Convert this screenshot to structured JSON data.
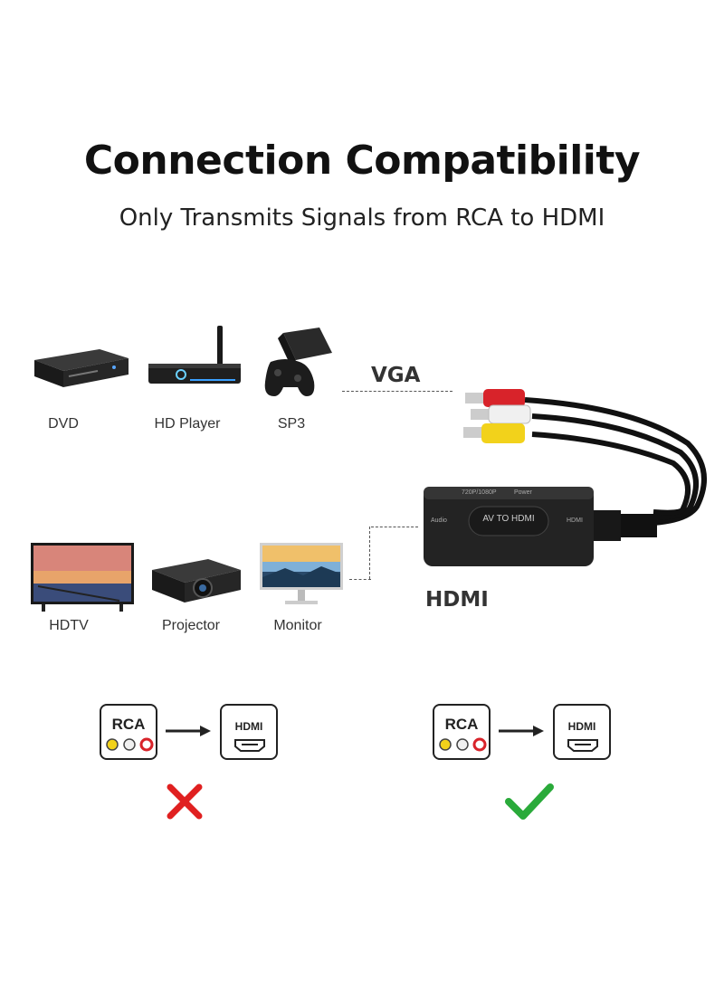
{
  "header": {
    "title": "Connection Compatibility",
    "subtitle": "Only Transmits Signals from RCA to HDMI"
  },
  "sources": [
    {
      "label": "DVD",
      "icon": "dvd-player-icon"
    },
    {
      "label": "HD Player",
      "icon": "hd-player-icon"
    },
    {
      "label": "SP3",
      "icon": "game-console-icon"
    }
  ],
  "displays": [
    {
      "label": "HDTV",
      "icon": "hdtv-icon"
    },
    {
      "label": "Projector",
      "icon": "projector-icon"
    },
    {
      "label": "Monitor",
      "icon": "monitor-icon"
    }
  ],
  "ports": {
    "input_label": "VGA",
    "output_label": "HDMI"
  },
  "adapter": {
    "face_label": "AV TO HDMI",
    "top_label_resolution": "720P/1080P",
    "top_label_power": "Power",
    "side_left": "Audio",
    "side_right": "HDMI"
  },
  "comparison": [
    {
      "from": "RCA",
      "to": "HDMI",
      "result": "wrong",
      "result_icon": "cross-icon",
      "color": "#e02020"
    },
    {
      "from": "RCA",
      "to": "HDMI",
      "result": "correct",
      "result_icon": "check-icon",
      "color": "#2aaa3a"
    }
  ],
  "colors": {
    "rca_yellow": "#f2d21b",
    "rca_white": "#f0f0f0",
    "rca_red": "#d8232a"
  }
}
